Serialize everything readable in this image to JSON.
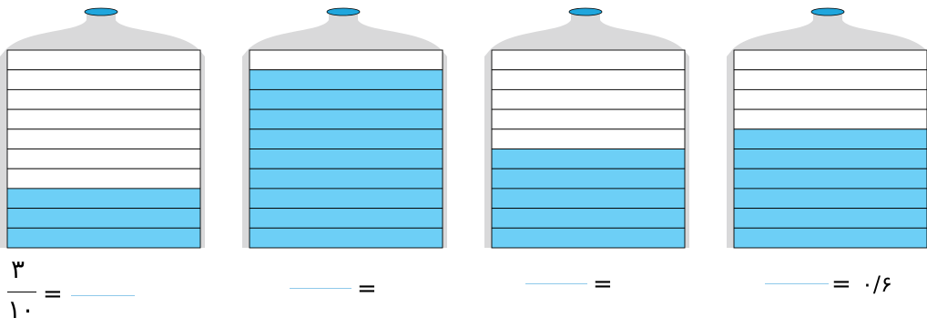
{
  "colors": {
    "water": "#6dcff6",
    "bottle_shadow": "#d9d9da",
    "cap": "#1fa6dd",
    "line": "#000000",
    "blank_line": "#8fc9ea"
  },
  "bottles": [
    {
      "segments": 10,
      "filled": 3
    },
    {
      "segments": 10,
      "filled": 9
    },
    {
      "segments": 10,
      "filled": 5
    },
    {
      "segments": 10,
      "filled": 6
    }
  ],
  "answers": [
    {
      "equals": "=",
      "numerator": "۳",
      "denominator": "۱۰"
    },
    {
      "equals": "="
    },
    {
      "equals": "="
    },
    {
      "equals": "=",
      "given": "۰/۶"
    }
  ]
}
